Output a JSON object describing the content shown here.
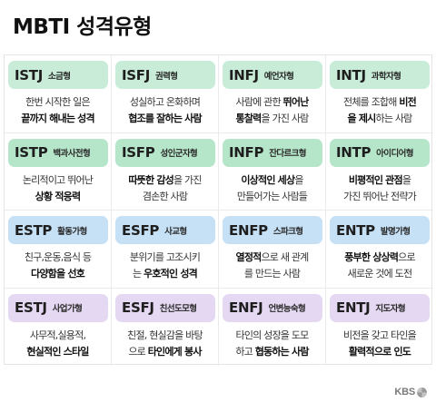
{
  "title": "MBTI 성격유형",
  "logo": "KBS",
  "types": [
    {
      "code": "ISTJ",
      "name": "소금형",
      "color": "#c8ecd8",
      "line1": [
        {
          "t": "한번 시작한 일은",
          "b": false
        }
      ],
      "line2": [
        {
          "t": "끝까지 해내는 성격",
          "b": true
        }
      ]
    },
    {
      "code": "ISFJ",
      "name": "권력형",
      "color": "#c8ecd8",
      "line1": [
        {
          "t": "성실하고 온화하며",
          "b": false
        }
      ],
      "line2": [
        {
          "t": "협조를 잘하는 사람",
          "b": true
        }
      ]
    },
    {
      "code": "INFJ",
      "name": "예언자형",
      "color": "#c8ecd8",
      "line1": [
        {
          "t": "사람에 관한 ",
          "b": false
        },
        {
          "t": "뛰어난",
          "b": true
        }
      ],
      "line2": [
        {
          "t": "통찰력",
          "b": true
        },
        {
          "t": "을 가진 사람",
          "b": false
        }
      ]
    },
    {
      "code": "INTJ",
      "name": "과학자형",
      "color": "#c8ecd8",
      "line1": [
        {
          "t": "전체를 조합해 ",
          "b": false
        },
        {
          "t": "비전",
          "b": true
        }
      ],
      "line2": [
        {
          "t": "을 제시",
          "b": true
        },
        {
          "t": "하는 사람",
          "b": false
        }
      ]
    },
    {
      "code": "ISTP",
      "name": "백과사전형",
      "color": "#b6e6c9",
      "line1": [
        {
          "t": "논리적이고 뛰어난",
          "b": false
        }
      ],
      "line2": [
        {
          "t": "상황 적응력",
          "b": true
        }
      ]
    },
    {
      "code": "ISFP",
      "name": "성인군자형",
      "color": "#b6e6c9",
      "line1": [
        {
          "t": "따뜻한 감성",
          "b": true
        },
        {
          "t": "을 가진",
          "b": false
        }
      ],
      "line2": [
        {
          "t": "겸손한 사람",
          "b": false
        }
      ]
    },
    {
      "code": "INFP",
      "name": "잔다르크형",
      "color": "#b6e6c9",
      "line1": [
        {
          "t": "이상적인 세상",
          "b": true
        },
        {
          "t": "을",
          "b": false
        }
      ],
      "line2": [
        {
          "t": "만들어가는 사람들",
          "b": false
        }
      ]
    },
    {
      "code": "INTP",
      "name": "아이디어형",
      "color": "#b6e6c9",
      "line1": [
        {
          "t": "비평적인 관점",
          "b": true
        },
        {
          "t": "을",
          "b": false
        }
      ],
      "line2": [
        {
          "t": "가진 뛰어난 전략가",
          "b": false
        }
      ]
    },
    {
      "code": "ESTP",
      "name": "활동가형",
      "color": "#c6e0f6",
      "line1": [
        {
          "t": "친구,운동,음식 등",
          "b": false
        }
      ],
      "line2": [
        {
          "t": "다양함을 선호",
          "b": true
        }
      ]
    },
    {
      "code": "ESFP",
      "name": "사교형",
      "color": "#c6e0f6",
      "line1": [
        {
          "t": "분위기를 고조시키",
          "b": false
        }
      ],
      "line2": [
        {
          "t": "는 ",
          "b": false
        },
        {
          "t": "우호적인 성격",
          "b": true
        }
      ]
    },
    {
      "code": "ENFP",
      "name": "스파크형",
      "color": "#c6e0f6",
      "line1": [
        {
          "t": "열정적",
          "b": true
        },
        {
          "t": "으로 새 관계",
          "b": false
        }
      ],
      "line2": [
        {
          "t": "를 만드는 사람",
          "b": false
        }
      ]
    },
    {
      "code": "ENTP",
      "name": "발명가형",
      "color": "#c6e0f6",
      "line1": [
        {
          "t": "풍부한 상상력",
          "b": true
        },
        {
          "t": "으로",
          "b": false
        }
      ],
      "line2": [
        {
          "t": "새로운 것에 도전",
          "b": false
        }
      ]
    },
    {
      "code": "ESTJ",
      "name": "사업가형",
      "color": "#e5d8f2",
      "line1": [
        {
          "t": "사무적,실용적,",
          "b": false
        }
      ],
      "line2": [
        {
          "t": "현실적인 스타일",
          "b": true
        }
      ]
    },
    {
      "code": "ESFJ",
      "name": "친선도모형",
      "color": "#e5d8f2",
      "line1": [
        {
          "t": "친절, 현실감을 바탕",
          "b": false
        }
      ],
      "line2": [
        {
          "t": "으로 ",
          "b": false
        },
        {
          "t": "타인에게 봉사",
          "b": true
        }
      ]
    },
    {
      "code": "ENFJ",
      "name": "언변능숙형",
      "color": "#e5d8f2",
      "line1": [
        {
          "t": "타인의 성장을 도모",
          "b": false
        }
      ],
      "line2": [
        {
          "t": "하고 ",
          "b": false
        },
        {
          "t": "협동하는 사람",
          "b": true
        }
      ]
    },
    {
      "code": "ENTJ",
      "name": "지도자형",
      "color": "#e5d8f2",
      "line1": [
        {
          "t": "비전을 갖고 타인을",
          "b": false
        }
      ],
      "line2": [
        {
          "t": "활력적으로 인도",
          "b": true
        }
      ]
    }
  ]
}
